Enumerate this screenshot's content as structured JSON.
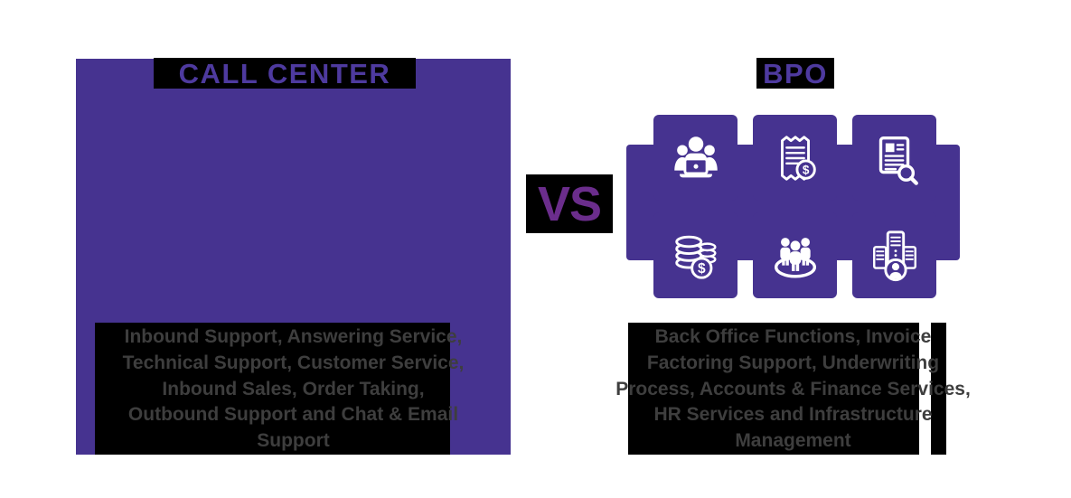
{
  "colors": {
    "purple": "#463390",
    "title_purple": "#4e3a9f",
    "vs_purple": "#6b2d8c",
    "text_gray": "#3e3e3e",
    "box_black": "#000000",
    "icon_white": "#ffffff",
    "background": "#ffffff"
  },
  "left": {
    "title": "CALL CENTER",
    "description": "Inbound Support, Answering Service,\nTechnical Support, Customer Service,\nInbound Sales, Order Taking,\nOutbound Support and Chat & Email\nSupport"
  },
  "divider": {
    "label": "VS"
  },
  "right": {
    "title": "BPO",
    "description": "Back Office Functions, Invoice\nFactoring Support, Underwriting\nProcess, Accounts & Finance Services,\nHR Services and Infrastructure\nManagement",
    "tiles": [
      {
        "icon": "team-workforce-icon",
        "meaning": "Back Office Functions"
      },
      {
        "icon": "invoice-dollar-icon",
        "meaning": "Invoice Factoring Support"
      },
      {
        "icon": "document-search-icon",
        "meaning": "Underwriting Process"
      },
      {
        "icon": "coins-dollar-icon",
        "meaning": "Accounts & Finance Services"
      },
      {
        "icon": "hr-people-icon",
        "meaning": "HR Services"
      },
      {
        "icon": "infrastructure-server-icon",
        "meaning": "Infrastructure Management"
      },
      {
        "dollar_glyph": "$"
      }
    ]
  }
}
